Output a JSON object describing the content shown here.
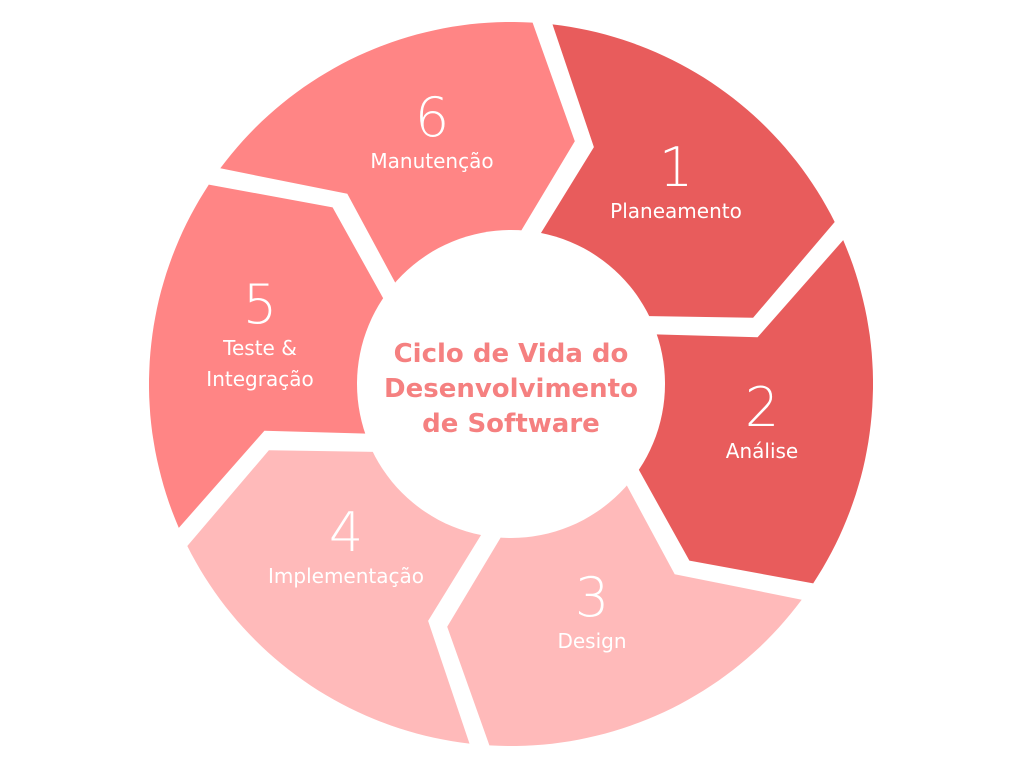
{
  "title": "Ciclo de Vida do Desenvolvimento de Software",
  "title_lines": [
    "Ciclo de Vida do",
    "Desenvolvimento",
    "de Software"
  ],
  "title_color": "#F58080",
  "steps": [
    {
      "number": "1",
      "label": [
        "Planeamento"
      ],
      "color": "#E85C5C"
    },
    {
      "number": "2",
      "label": [
        "Análise"
      ],
      "color": "#E85C5C"
    },
    {
      "number": "3",
      "label": [
        "Design"
      ],
      "color": "#FFBABA"
    },
    {
      "number": "4",
      "label": [
        "Implementação"
      ],
      "color": "#FFBABA"
    },
    {
      "number": "5",
      "label": [
        "Teste &",
        "Integração"
      ],
      "color": "#FF8585"
    },
    {
      "number": "6",
      "label": [
        "Manutenção"
      ],
      "color": "#FF8585"
    }
  ]
}
